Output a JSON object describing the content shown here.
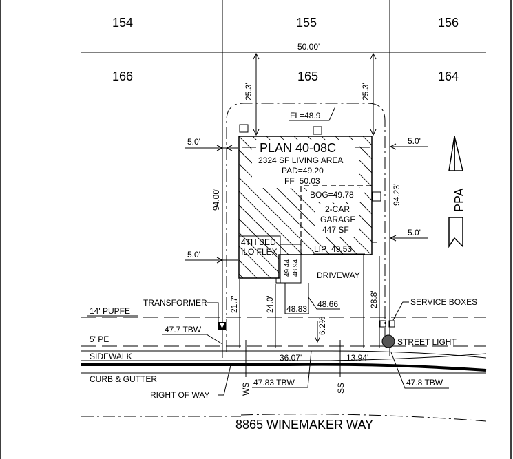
{
  "lots": {
    "top_left": "154",
    "top_center": "155",
    "top_right": "156",
    "left": "166",
    "center": "165",
    "right": "164"
  },
  "dimensions": {
    "lot_width": "50.00'",
    "rear_setback_left": "25.3'",
    "rear_setback_right": "25.3'",
    "side_setback_left_top": "5.0'",
    "side_setback_right_top": "5.0'",
    "side_setback_left_bottom": "5.0'",
    "side_setback_right_bottom": "5.0'",
    "lot_depth_left": "94.00'",
    "lot_depth_right": "94.23'",
    "front_setback_left": "21.7'",
    "front_setback_house": "24.0'",
    "front_setback_garage": "28.8'",
    "frontage_left": "36.07'",
    "frontage_right": "13.94'",
    "slope": "6.2%"
  },
  "house": {
    "plan": "PLAN 40-08C",
    "living_area": "2324 SF LIVING AREA",
    "pad": "PAD=49.20",
    "ff": "FF=50.03",
    "fl": "FL=48.9",
    "bog": "BOG=49.78",
    "garage_line1": "2-CAR",
    "garage_line2": "GARAGE",
    "garage_sf": "447 SF",
    "lip": "LIP=49.53",
    "bed_line1": "4TH BED",
    "bed_line2": "ILO FLEX",
    "step_1": "49.44",
    "step_2": "48.94",
    "walk_1": "48.83",
    "walk_2": "48.66",
    "driveway": "DRIVEWAY"
  },
  "labels": {
    "pupfe": "14' PUPFE",
    "transformer": "TRANSFORMER",
    "service_boxes": "SERVICE BOXES",
    "pe": "5' PE",
    "tbw_left": "47.7 TBW",
    "street_light": "STREET LIGHT",
    "sidewalk": "SIDEWALK",
    "curb": "CURB & GUTTER",
    "right_of_way": "RIGHT OF WAY",
    "ws": "WS",
    "tbw_center": "47.83 TBW",
    "ss": "SS",
    "tbw_right": "47.8 TBW",
    "street_name": "8865 WINEMAKER WAY"
  },
  "north_arrow_text": "PPA"
}
